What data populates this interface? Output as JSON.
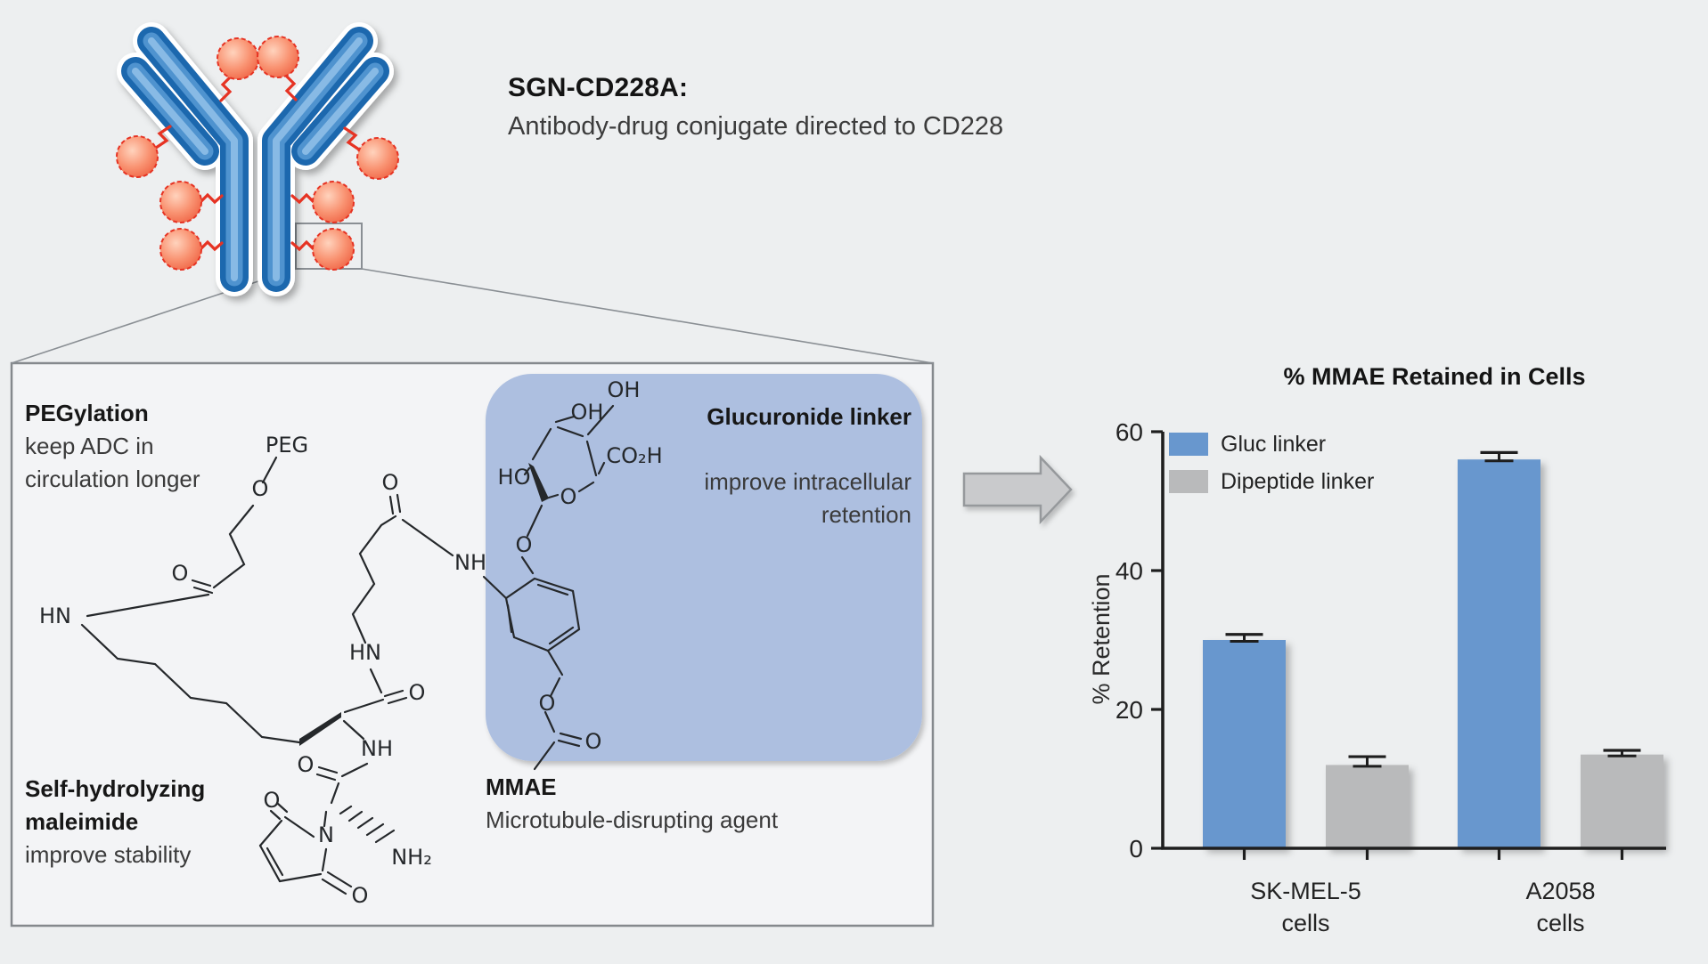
{
  "header": {
    "title": "SGN-CD228A:",
    "subtitle": "Antibody-drug conjugate directed to CD228"
  },
  "annotations": {
    "pegylation": {
      "title": "PEGylation",
      "line1": "keep ADC in",
      "line2": "circulation longer"
    },
    "maleimide": {
      "title_line1": "Self-hydrolyzing",
      "title_line2": "maleimide",
      "desc": "improve stability"
    },
    "glucuronide": {
      "title": "Glucuronide linker",
      "desc_line1": "improve intracellular",
      "desc_line2": "retention"
    },
    "mmae": {
      "title": "MMAE",
      "desc": "Microtubule-disrupting agent"
    }
  },
  "molecule": {
    "atom_labels": [
      "PEG",
      "O",
      "O",
      "HN",
      "O",
      "HN",
      "O",
      "NH",
      "NH",
      "O",
      "O",
      "N",
      "NH₂",
      "O",
      "OH",
      "OH",
      "CO₂H",
      "HO",
      "O",
      "O",
      "O",
      "O"
    ]
  },
  "palette": {
    "antibody_blue": "#2e7ac0",
    "drug_orange": "#f3734f",
    "squiggle_red": "#e63323",
    "panel_blue": "#adbfe0",
    "arrow_gray": "#c9cacc"
  },
  "chart_data": {
    "type": "bar",
    "title": "% MMAE Retained in Cells",
    "ylabel": "% Retention",
    "ylim": [
      0,
      60
    ],
    "yticks": [
      0,
      20,
      40,
      60
    ],
    "grid": false,
    "legend_position": "top-left",
    "categories": [
      [
        "SK-MEL-5",
        "cells"
      ],
      [
        "A2058",
        "cells"
      ]
    ],
    "series": [
      {
        "name": "Gluc linker",
        "color": "#6897ce",
        "values": [
          30,
          56
        ],
        "errors": [
          0.8,
          1.0
        ]
      },
      {
        "name": "Dipeptide linker",
        "color": "#b9babb",
        "values": [
          12,
          13.5
        ],
        "errors": [
          1.2,
          0.6
        ]
      }
    ]
  }
}
